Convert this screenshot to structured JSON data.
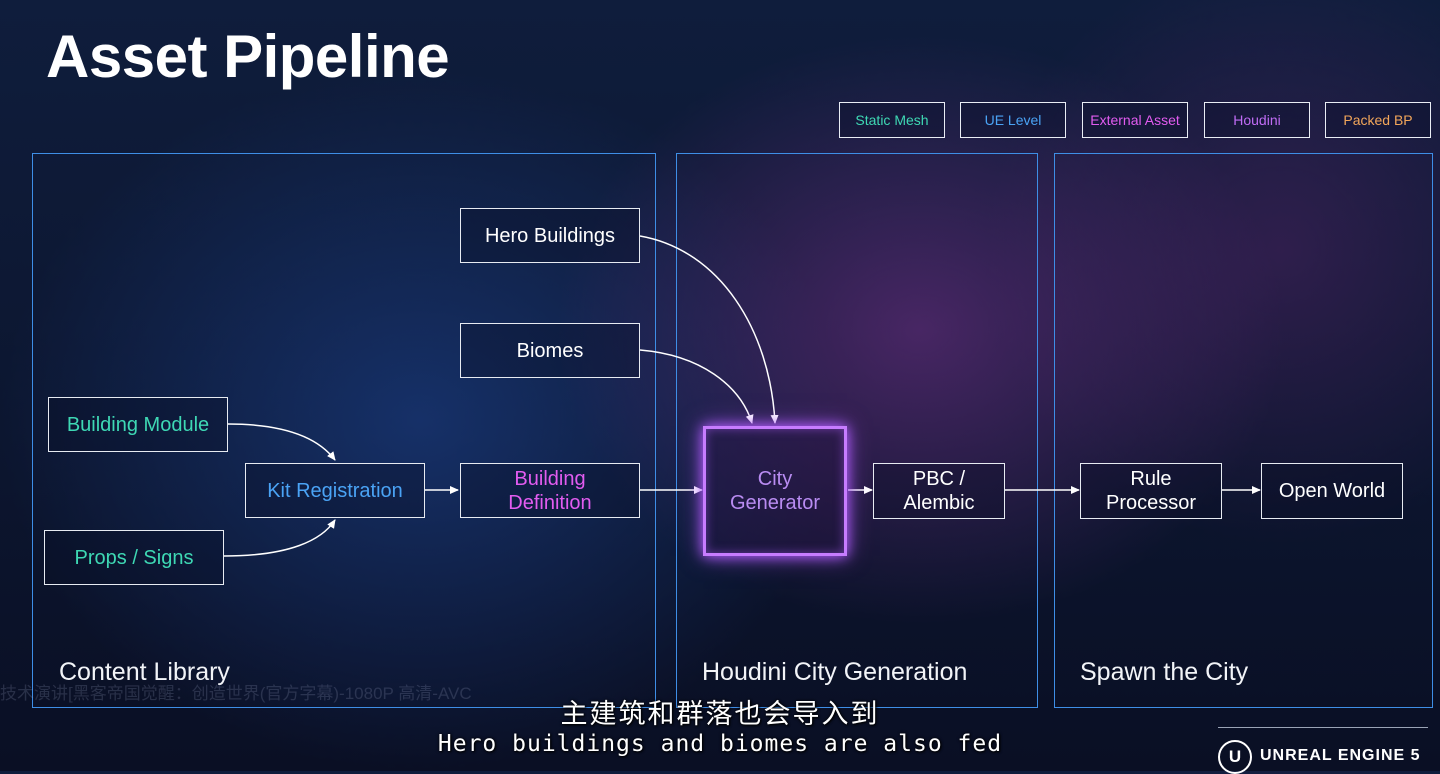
{
  "title": "Asset Pipeline",
  "legend": [
    {
      "label": "Static Mesh",
      "color": "#3ed8b4"
    },
    {
      "label": "UE Level",
      "color": "#4aa3f5"
    },
    {
      "label": "External Asset",
      "color": "#e25cf0"
    },
    {
      "label": "Houdini",
      "color": "#c06cf5"
    },
    {
      "label": "Packed BP",
      "color": "#f2a65a"
    }
  ],
  "panels": {
    "content_library": "Content Library",
    "houdini_city_generation": "Houdini City Generation",
    "spawn_the_city": "Spawn the City"
  },
  "nodes": {
    "hero_buildings": "Hero Buildings",
    "biomes": "Biomes",
    "building_module": "Building Module",
    "kit_registration": "Kit Registration",
    "props_signs": "Props / Signs",
    "building_definition": "Building Definition",
    "city_generator": "City Generator",
    "pbc_alembic": "PBC / Alembic",
    "rule_processor": "Rule Processor",
    "open_world": "Open World"
  },
  "watermark": "技术演讲[黑客帝国觉醒：创造世界(官方字幕)-1080P 高清-AVC",
  "subtitles": {
    "chinese": "主建筑和群落也会导入到",
    "english": "Hero buildings and biomes are also fed"
  },
  "branding": {
    "logo_letter": "U",
    "text": "UNREAL ENGINE 5"
  }
}
